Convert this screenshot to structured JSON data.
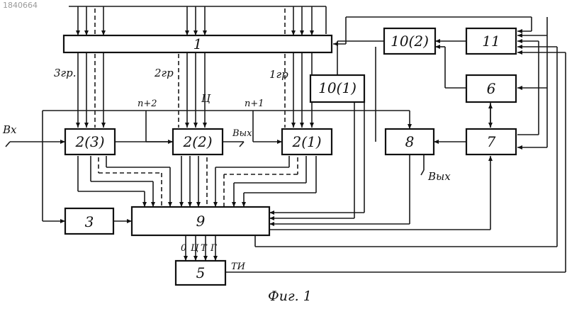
{
  "watermark": "1840664",
  "blocks": {
    "b1": "1",
    "b2_3": "2(3)",
    "b2_2": "2(2)",
    "b2_1": "2(1)",
    "b3": "3",
    "b5": "5",
    "b6": "6",
    "b7": "7",
    "b8": "8",
    "b9": "9",
    "b10_1": "10(1)",
    "b10_2": "10(2)",
    "b11": "11"
  },
  "groups": {
    "g3": "3гр.",
    "g2": "2гр",
    "g1": "1гр"
  },
  "signals": {
    "n2": "n+2",
    "n1": "n+1",
    "c": "Ц",
    "vx": "Вх",
    "vyx_mid": "Вых",
    "vyx_8": "Вых",
    "tn": "ТИ"
  },
  "bus9": {
    "o": "0",
    "c": "Ц",
    "t": "Т",
    "g": "Г"
  },
  "caption": "Фиг. 1"
}
